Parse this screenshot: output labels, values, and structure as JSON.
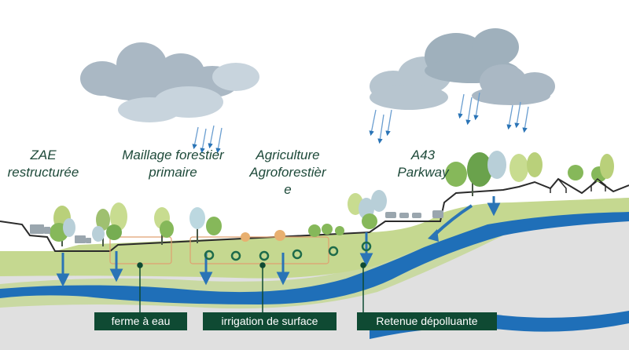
{
  "zones": [
    {
      "line1": "ZAE",
      "line2": "restructurée"
    },
    {
      "line1": "Maillage forestier",
      "line2": "primaire"
    },
    {
      "line1": "Agriculture",
      "line2": "Agroforestièr",
      "line3": "e"
    },
    {
      "line1": "A43",
      "line2": "Parkway"
    }
  ],
  "badges": [
    "ferme à eau",
    "irrigation de surface",
    "Retenue dépolluante"
  ],
  "icons": [
    "cloud-icon",
    "rain-icon",
    "tree-icon",
    "truck-icon",
    "house-icon",
    "car-icon",
    "water-arrow-icon",
    "basin-icon"
  ],
  "colors": {
    "river": "#1f6fb8",
    "aquifer": "#c7d8a4",
    "ground": "#dcdcdc",
    "grass": "#c5d890",
    "cloud": "#aab8c4",
    "label": "#1e4a3a",
    "badge": "#0f4a33",
    "orange": "#e0a070"
  }
}
